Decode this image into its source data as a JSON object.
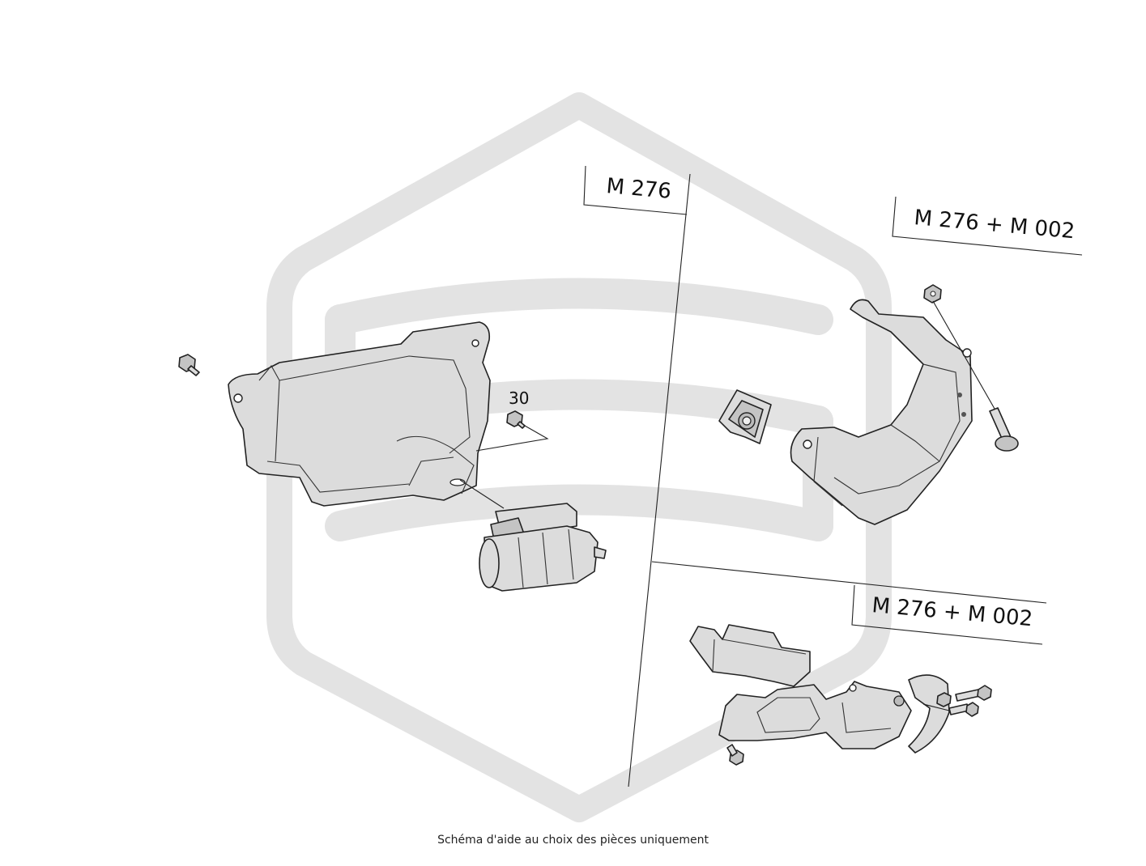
{
  "labels": {
    "section_left": "M 276",
    "section_top_right": "M 276 + M 002",
    "section_bottom_right": "M 276 + M 002",
    "callout_30": "30"
  },
  "caption": "Schéma d'aide au choix des pièces uniquement",
  "colors": {
    "watermark": "#e3e3e3",
    "part_fill": "#dcdcdc",
    "line": "#222222"
  }
}
